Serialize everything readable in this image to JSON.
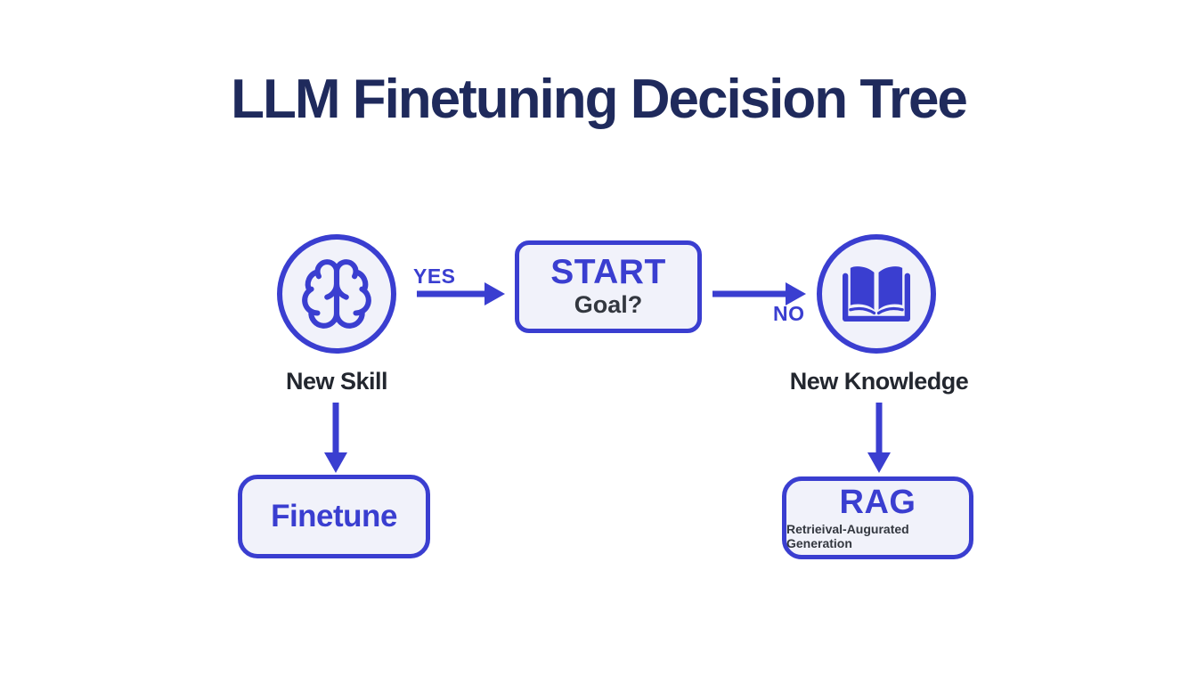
{
  "title": "LLM Finetuning Decision Tree",
  "colors": {
    "accent_blue": "#3A3ED0",
    "title_navy": "#1F2A5C",
    "label_dark": "#23272F",
    "subtitle_dark": "#33373F",
    "node_fill": "#F1F2FA",
    "background": "#FFFFFF"
  },
  "nodes": {
    "new_skill": {
      "label": "New Skill",
      "icon": "brain-icon"
    },
    "start": {
      "title": "START",
      "subtitle": "Goal?"
    },
    "new_knowledge": {
      "label": "New Knowledge",
      "icon": "book-icon"
    },
    "finetune": {
      "label": "Finetune"
    },
    "rag": {
      "title": "RAG",
      "subtitle": "Retrieival-Augurated Generation"
    }
  },
  "edges": {
    "yes_label": "YES",
    "no_label": "NO"
  }
}
